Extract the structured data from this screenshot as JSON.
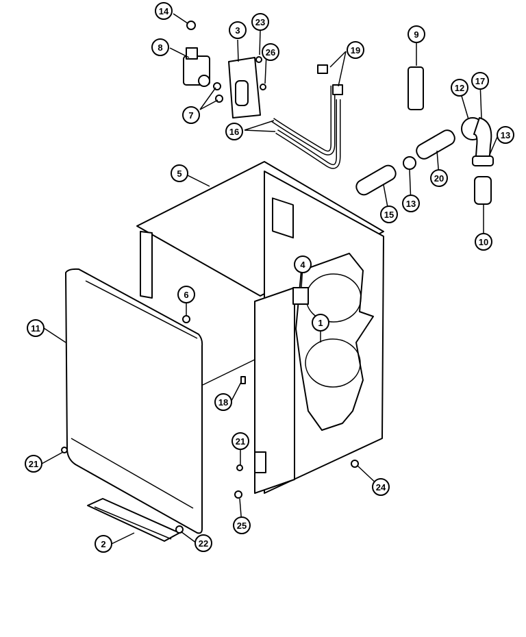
{
  "callouts": {
    "c1": "1",
    "c2": "2",
    "c3": "3",
    "c4": "4",
    "c5": "5",
    "c6": "6",
    "c7": "7",
    "c8": "8",
    "c9": "9",
    "c10": "10",
    "c11": "11",
    "c12": "12",
    "c13a": "13",
    "c13b": "13",
    "c14": "14",
    "c15": "15",
    "c16": "16",
    "c17": "17",
    "c18": "18",
    "c19": "19",
    "c20": "20",
    "c21a": "21",
    "c21b": "21",
    "c22": "22",
    "c23": "23",
    "c24": "24",
    "c25": "25",
    "c26": "26"
  }
}
